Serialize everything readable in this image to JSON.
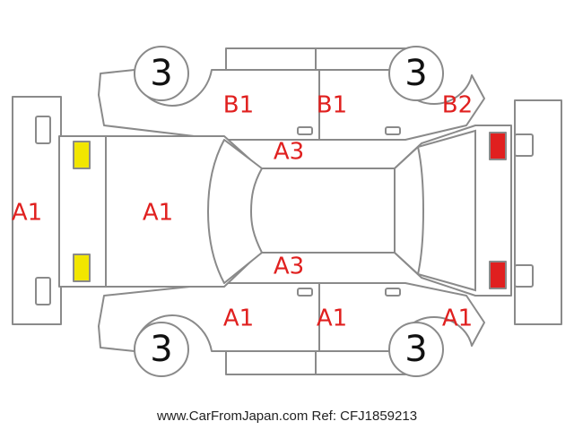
{
  "diagram": {
    "wheel_labels": {
      "front_left": "3",
      "rear_left": "3",
      "front_right": "3",
      "rear_right": "3"
    },
    "labels": {
      "front_bumper": "A1",
      "hood": "A1",
      "windshield": "A3",
      "rear_window": "A3",
      "front_door_top": "B1",
      "rear_door_top": "B1",
      "rear_quarter_top": "B2",
      "front_door_bottom": "A1",
      "rear_door_bottom": "A1",
      "rear_quarter_bottom": "A1"
    },
    "colors": {
      "marking": "#e0201f",
      "front_lamps": "#f2e600",
      "rear_lamps": "#e0201f",
      "outline": "#8a8a8a"
    }
  },
  "footer": {
    "credit": "www.CarFromJapan.com Ref: CFJ1859213"
  }
}
